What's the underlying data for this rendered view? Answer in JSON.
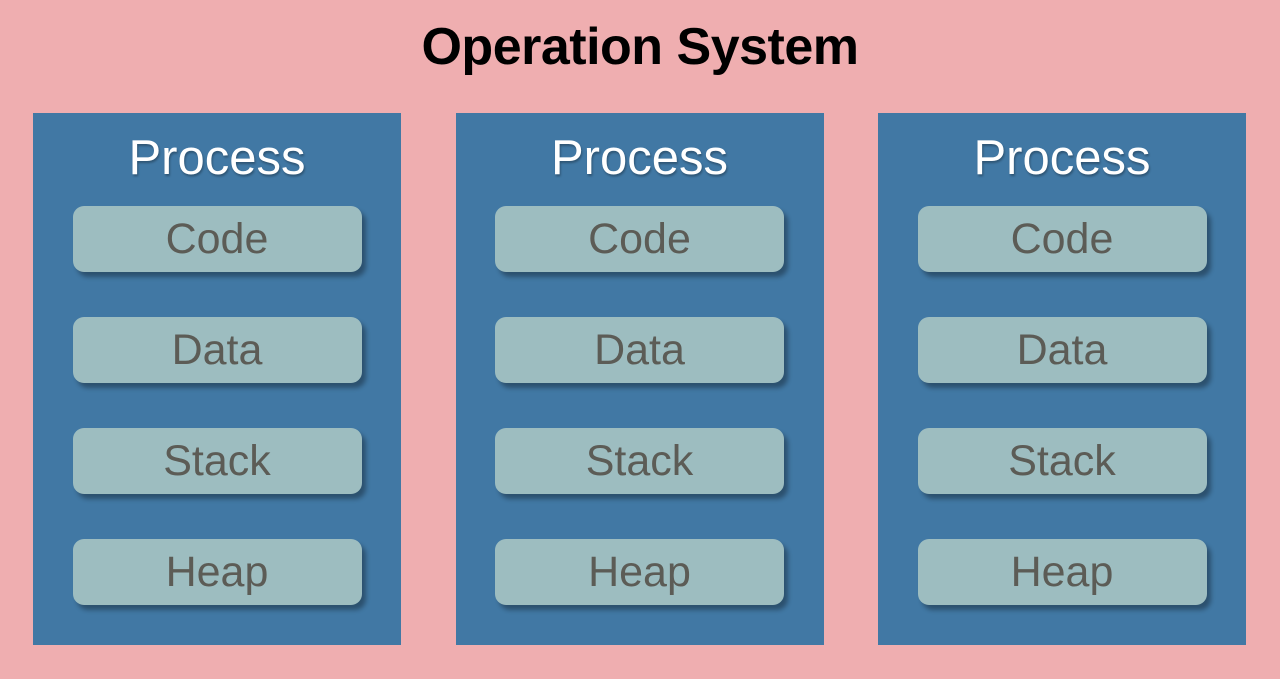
{
  "diagram": {
    "title": "Operation System",
    "background_color": "#efaeb0",
    "title_color": "#000000",
    "process_panel_color": "#4178a4",
    "segment_box_color": "#9dbdc0",
    "segment_label_color": "#5c5c56",
    "process_title_color": "#ffffff",
    "processes": [
      {
        "title": "Process",
        "segments": [
          {
            "label": "Code"
          },
          {
            "label": "Data"
          },
          {
            "label": "Stack"
          },
          {
            "label": "Heap"
          }
        ]
      },
      {
        "title": "Process",
        "segments": [
          {
            "label": "Code"
          },
          {
            "label": "Data"
          },
          {
            "label": "Stack"
          },
          {
            "label": "Heap"
          }
        ]
      },
      {
        "title": "Process",
        "segments": [
          {
            "label": "Code"
          },
          {
            "label": "Data"
          },
          {
            "label": "Stack"
          },
          {
            "label": "Heap"
          }
        ]
      }
    ]
  }
}
